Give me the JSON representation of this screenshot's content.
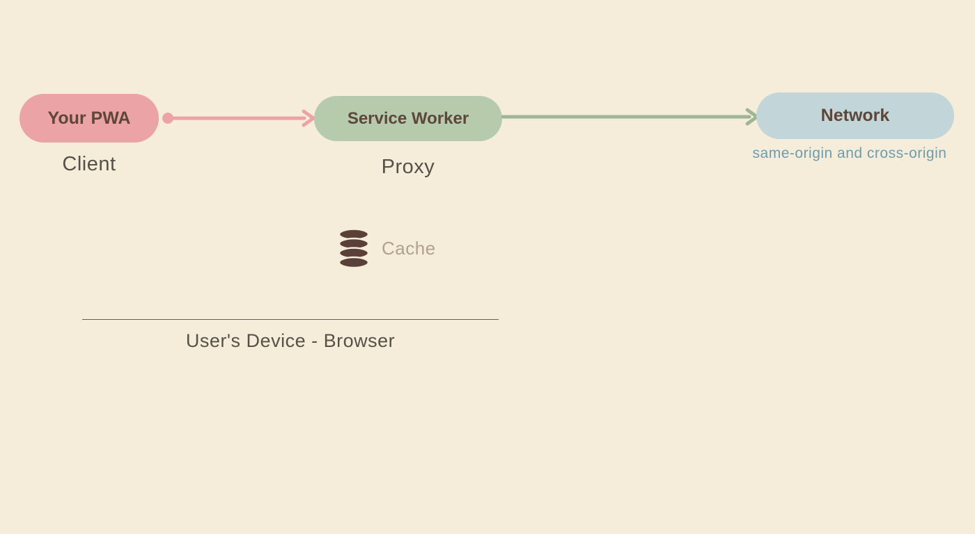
{
  "nodes": {
    "pwa": {
      "label": "Your PWA",
      "sublabel": "Client"
    },
    "service_worker": {
      "label": "Service Worker",
      "sublabel": "Proxy"
    },
    "network": {
      "label": "Network",
      "sublabel": "same-origin and cross-origin"
    }
  },
  "cache": {
    "label": "Cache"
  },
  "device": {
    "label": "User's Device - Browser"
  },
  "icons": {
    "cache": "database-cylinder-icon"
  },
  "colors": {
    "background": "#f5edda",
    "pwa_fill": "#eba3a5",
    "service_worker_fill": "#b5cbac",
    "network_fill": "#c2d5d9",
    "pill_text": "#5d4738",
    "sublabel_text": "#565049",
    "network_sublabel_text": "#6e9cab",
    "arrow_pink": "#eba3a5",
    "arrow_green": "#9eb694",
    "cache_icon": "#5a4038",
    "cache_label_text": "#b2a18b",
    "divider": "#6b5a52"
  }
}
